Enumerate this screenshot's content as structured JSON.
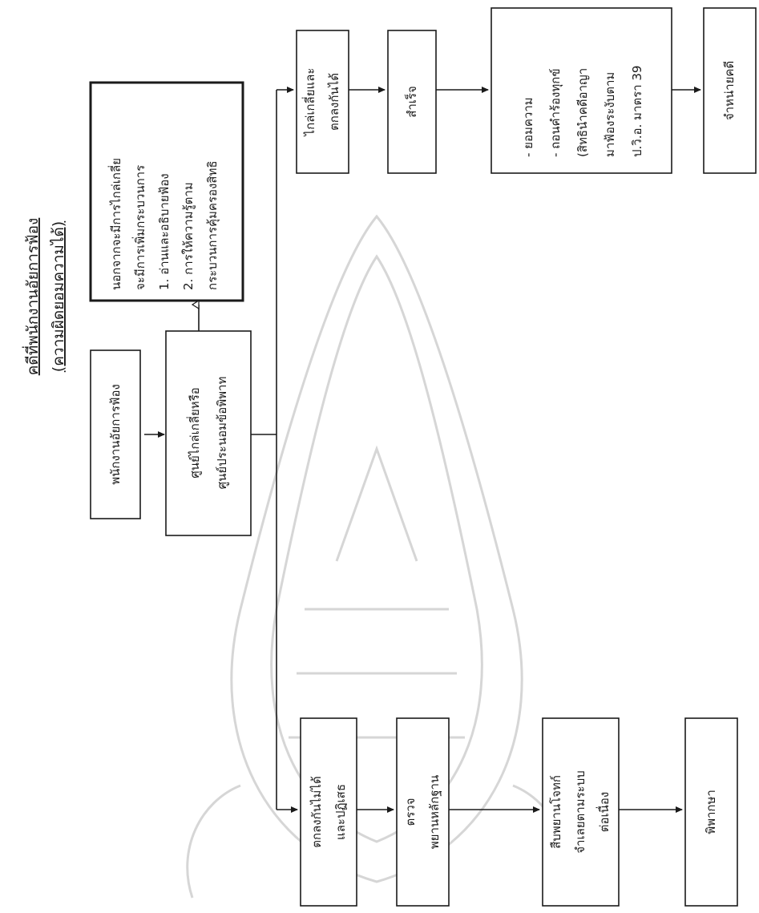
{
  "title": {
    "line1": "คดีที่พนักงานอัยการฟ้อง",
    "line2": "(ความผิดยอมความได้)"
  },
  "nodes": {
    "prosecutor": [
      "พนักงานอัยการฟ้อง"
    ],
    "center": [
      "ศูนย์ไกล่เกลี่ยหรือ",
      "ศูนย์ประนอมข้อพิพาท"
    ],
    "additional": [
      "นอกจากจะมีการไกล่เกลี่ย",
      "จะมีการเพิ่มกระบวนการ",
      "1. อ่านและอธิบายฟ้อง",
      "2. การให้ความรู้ตาม",
      "กระบวนการคุ้มครองสิทธิ"
    ],
    "mediated": [
      "ไกล่เกลี่ยและ",
      "ตกลงกันได้"
    ],
    "success": [
      "สำเร็จ"
    ],
    "settlement": [
      "- ยอมความ",
      "- ถอนคำร้องทุกข์",
      "(สิทธินำคดีอาญา",
      "มาฟ้องระงับตาม",
      "ป.วิ.อ. มาตรา 39"
    ],
    "dismiss": [
      "จำหน่ายคดี"
    ],
    "not_agreed": [
      "ตกลงกันไม่ได้",
      "และปฏิเสธ"
    ],
    "examine": [
      "ตรวจ",
      "พยานหลักฐาน"
    ],
    "witness": [
      "สืบพยานโจทก์",
      "จำเลยตามระบบ",
      "ต่อเนื่อง"
    ],
    "trial": [
      "พิพากษา"
    ]
  },
  "colors": {
    "line": "#1a1a1a",
    "watermark": "#d3d3d3"
  }
}
